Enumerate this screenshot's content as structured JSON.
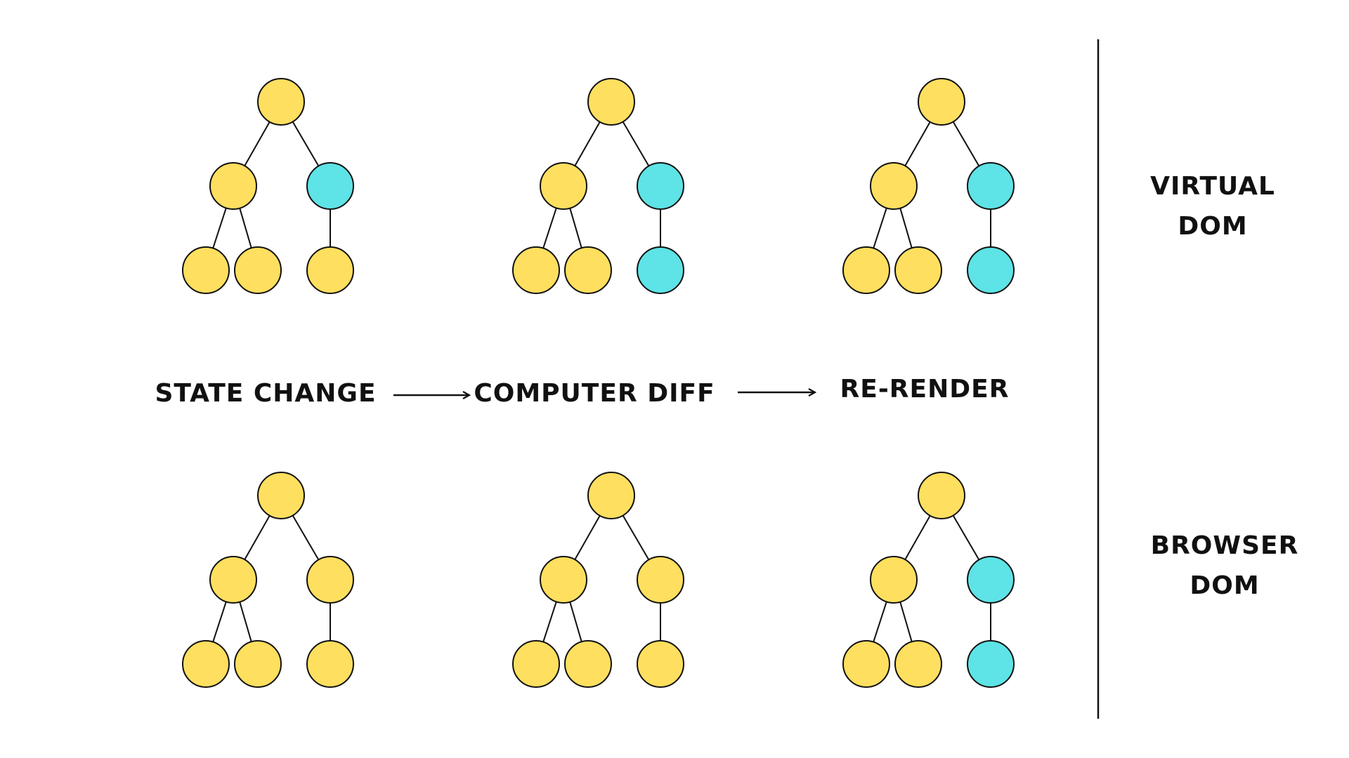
{
  "colors": {
    "yellow_node": "#FEDF5F",
    "cyan_node": "#5EE3E6",
    "stroke": "#111111",
    "background": "#FFFFFF"
  },
  "row_labels": {
    "virtual_line1": "VIRTUAL",
    "virtual_line2": "DOM",
    "browser_line1": "BROWSER",
    "browser_line2": "DOM"
  },
  "steps": [
    {
      "label": "STATE CHANGE"
    },
    {
      "label": "COMPUTER DIFF"
    },
    {
      "label": "RE-RENDER"
    }
  ],
  "trees": {
    "virtual": [
      {
        "highlighted": [
          "right"
        ]
      },
      {
        "highlighted": [
          "right",
          "right-child"
        ]
      },
      {
        "highlighted": [
          "right",
          "right-child"
        ]
      }
    ],
    "browser": [
      {
        "highlighted": []
      },
      {
        "highlighted": []
      },
      {
        "highlighted": [
          "right",
          "right-child"
        ]
      }
    ]
  }
}
